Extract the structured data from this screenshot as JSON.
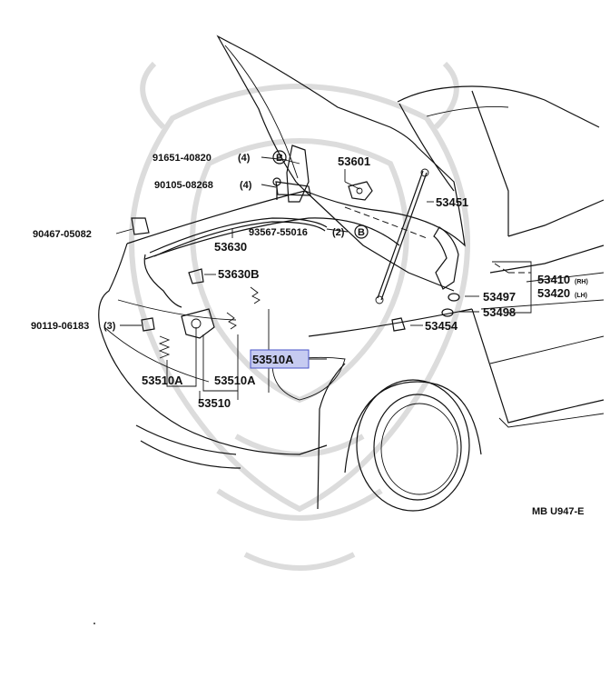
{
  "diagram_code": "MB U947-E",
  "parts": {
    "p91651": {
      "number": "91651-40820",
      "qty": "(4)",
      "symbol": "B"
    },
    "p90105": {
      "number": "90105-08268",
      "qty": "(4)"
    },
    "p90467": {
      "number": "90467-05082"
    },
    "p93567": {
      "number": "93567-55016",
      "qty": "(2)",
      "symbol": "B"
    },
    "p53601": {
      "number": "53601"
    },
    "p53630": {
      "number": "53630"
    },
    "p53630B": {
      "number": "53630B"
    },
    "p90119": {
      "number": "90119-06183",
      "qty": "(3)"
    },
    "p53451": {
      "number": "53451"
    },
    "p53410": {
      "number": "53410",
      "side": "(RH)"
    },
    "p53420": {
      "number": "53420",
      "side": "(LH)"
    },
    "p53497": {
      "number": "53497"
    },
    "p53498": {
      "number": "53498"
    },
    "p53454": {
      "number": "53454"
    },
    "p53510A_highlight": {
      "number": "53510A"
    },
    "p53510A_left": {
      "number": "53510A"
    },
    "p53510A_mid": {
      "number": "53510A"
    },
    "p53510": {
      "number": "53510"
    }
  },
  "highlight_color": "#c6cbf1"
}
